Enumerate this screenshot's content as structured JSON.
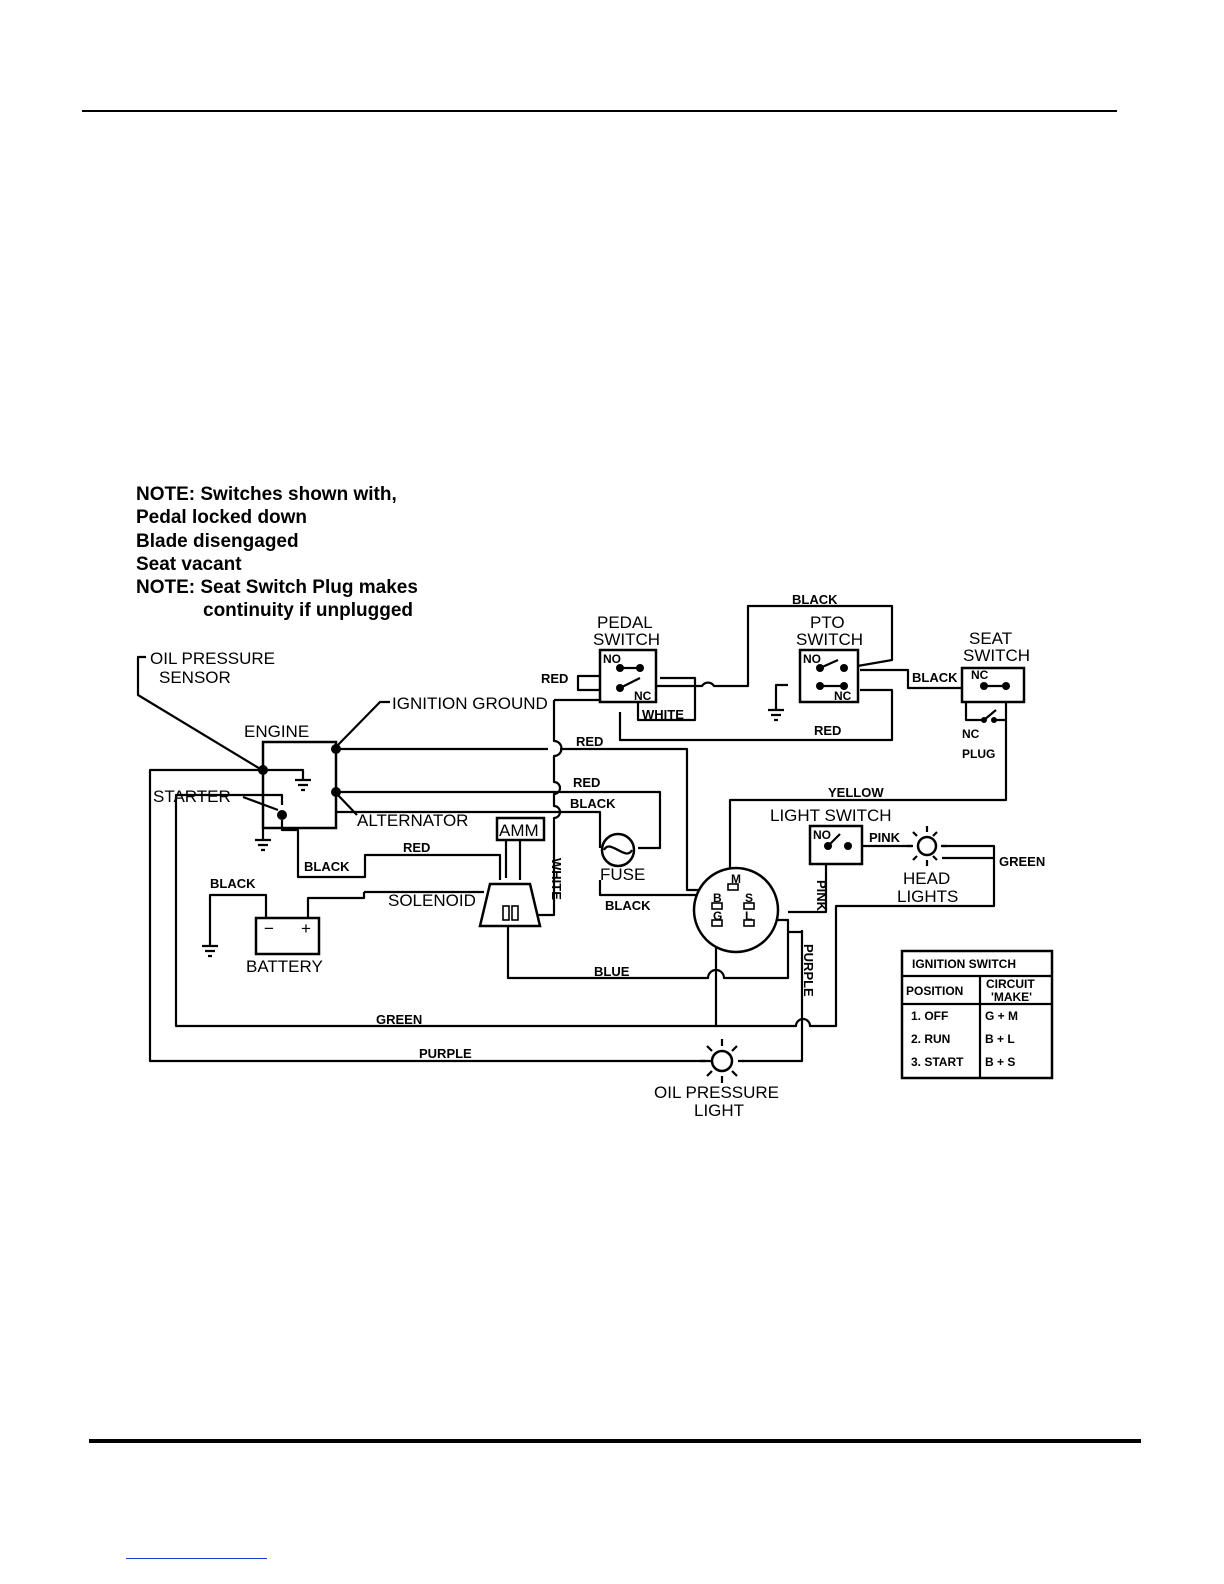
{
  "note": {
    "lines": [
      "NOTE: Switches shown with,",
      "Pedal locked down",
      "Blade disengaged",
      "Seat vacant",
      "NOTE: Seat Switch Plug makes",
      "continuity if unplugged"
    ]
  },
  "components": {
    "oil_pressure_sensor": [
      "OIL PRESSURE",
      "SENSOR"
    ],
    "ignition_ground": "IGNITION GROUND",
    "engine": "ENGINE",
    "starter": "STARTER",
    "alternator": "ALTERNATOR",
    "battery": "BATTERY",
    "battery_minus": "−",
    "battery_plus": "+",
    "solenoid": "SOLENOID",
    "ammeter": "AMM",
    "fuse": "FUSE",
    "pedal_switch": [
      "PEDAL",
      "SWITCH"
    ],
    "pto_switch": [
      "PTO",
      "SWITCH"
    ],
    "seat_switch": [
      "SEAT",
      "SWITCH"
    ],
    "nc_plug": [
      "NC",
      "PLUG"
    ],
    "light_switch": "LIGHT SWITCH",
    "head_lights": [
      "HEAD",
      "LIGHTS"
    ],
    "oil_pressure_light": [
      "OIL PRESSURE",
      "LIGHT"
    ],
    "contact_no": "NO",
    "contact_nc": "NC",
    "terminal_m": "M",
    "terminal_b": "B",
    "terminal_s": "S",
    "terminal_g": "G",
    "terminal_l": "L"
  },
  "wires": {
    "black_top": "BLACK",
    "red_pedal": "RED",
    "white_pedal": "WHITE",
    "black_seat": "BLACK",
    "red_pto": "RED",
    "red_engine": "RED",
    "red_alt": "RED",
    "black_alt": "BLACK",
    "yellow": "YELLOW",
    "pink_light": "PINK",
    "green_lights": "GREEN",
    "black_starter": "BLACK",
    "red_solenoid": "RED",
    "black_battery": "BLACK",
    "white_vertical": "WHITE",
    "black_fuse": "BLACK",
    "pink_vertical": "PINK",
    "purple_vertical": "PURPLE",
    "blue": "BLUE",
    "green_bottom": "GREEN",
    "purple_bottom": "PURPLE"
  },
  "ignition_table": {
    "title": "IGNITION SWITCH",
    "col_position": "POSITION",
    "col_circuit": [
      "CIRCUIT",
      "'MAKE'"
    ],
    "rows": [
      {
        "position": "1.  OFF",
        "make": "G + M"
      },
      {
        "position": "2.  RUN",
        "make": "B + L"
      },
      {
        "position": "3. START",
        "make": "B + S"
      }
    ]
  }
}
